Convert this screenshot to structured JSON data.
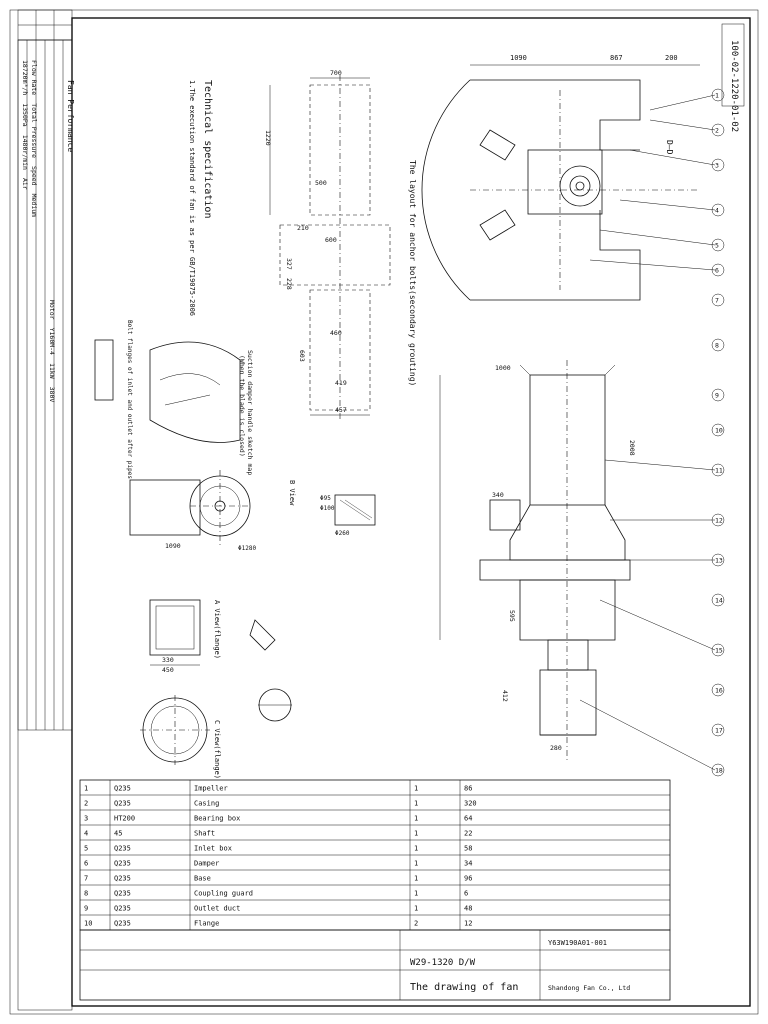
{
  "drawing_no": "100-02-1220-01-02",
  "title_block": {
    "name": "The drawing of fan",
    "model": "W29-1320 D/W",
    "drawing_no": "Y63W190A01-001",
    "company": "Shandong Fan Co., Ltd"
  },
  "views": {
    "anchor_layout": "The layout for anchor bolts(secondary grouting)",
    "view_b": "B View",
    "view_a": "A View(flange)",
    "view_c": "C View(flange)",
    "suction_damper": "Suction damper handle sketch map",
    "suction_damper_note": "(When the blade is closed)",
    "flange_note": "Bolt flanges of inlet and outlet after pipes",
    "section_dd": "D—D"
  },
  "tech_spec": {
    "heading": "Technical specification",
    "line1": "1.The execution standard of fan is as per GB/T19075-2006"
  },
  "dimensions": {
    "top_a": "1090",
    "top_b": "867",
    "top_c": "200",
    "dim_700": "700",
    "dim_1220": "1220",
    "dim_500": "500",
    "dim_210": "210",
    "dim_600": "600",
    "dim_327": "327",
    "dim_228": "228",
    "dim_460": "460",
    "dim_603": "603",
    "dim_419": "419",
    "dim_457": "457",
    "dim_1000": "1000",
    "dim_2008": "2008",
    "dim_340": "340",
    "dim_1090b": "1090",
    "dim_280": "280",
    "dim_412": "412",
    "dim_595": "595",
    "dim_450": "450",
    "dim_330": "330",
    "dim_95": "Φ95",
    "dim_100": "Φ100",
    "dim_260": "Φ260",
    "dim_1280": "Φ1280"
  },
  "balloons": [
    "1",
    "2",
    "3",
    "4",
    "5",
    "6",
    "7",
    "8",
    "9",
    "10",
    "11",
    "12",
    "13",
    "14",
    "15",
    "16",
    "17",
    "18"
  ],
  "fan_performance": {
    "heading": "Fan Performance",
    "rows": [
      [
        "Flow Rate",
        "Total Pressure",
        "Speed",
        "Medium"
      ],
      [
        "18720m³/h",
        "1350Pa",
        "1480r/min",
        "Air"
      ],
      [
        "Motor",
        "Y160M-4",
        "11kW",
        "380V"
      ]
    ]
  },
  "parts_list": [
    [
      "1",
      "Q235",
      "Impeller",
      "1",
      "86"
    ],
    [
      "2",
      "Q235",
      "Casing",
      "1",
      "320"
    ],
    [
      "3",
      "HT200",
      "Bearing box",
      "1",
      "64"
    ],
    [
      "4",
      "45",
      "Shaft",
      "1",
      "22"
    ],
    [
      "5",
      "Q235",
      "Inlet box",
      "1",
      "58"
    ],
    [
      "6",
      "Q235",
      "Damper",
      "1",
      "34"
    ],
    [
      "7",
      "Q235",
      "Base",
      "1",
      "96"
    ],
    [
      "8",
      "Q235",
      "Coupling guard",
      "1",
      "6"
    ],
    [
      "9",
      "Q235",
      "Outlet duct",
      "1",
      "48"
    ],
    [
      "10",
      "Q235",
      "Flange",
      "2",
      "12"
    ]
  ]
}
